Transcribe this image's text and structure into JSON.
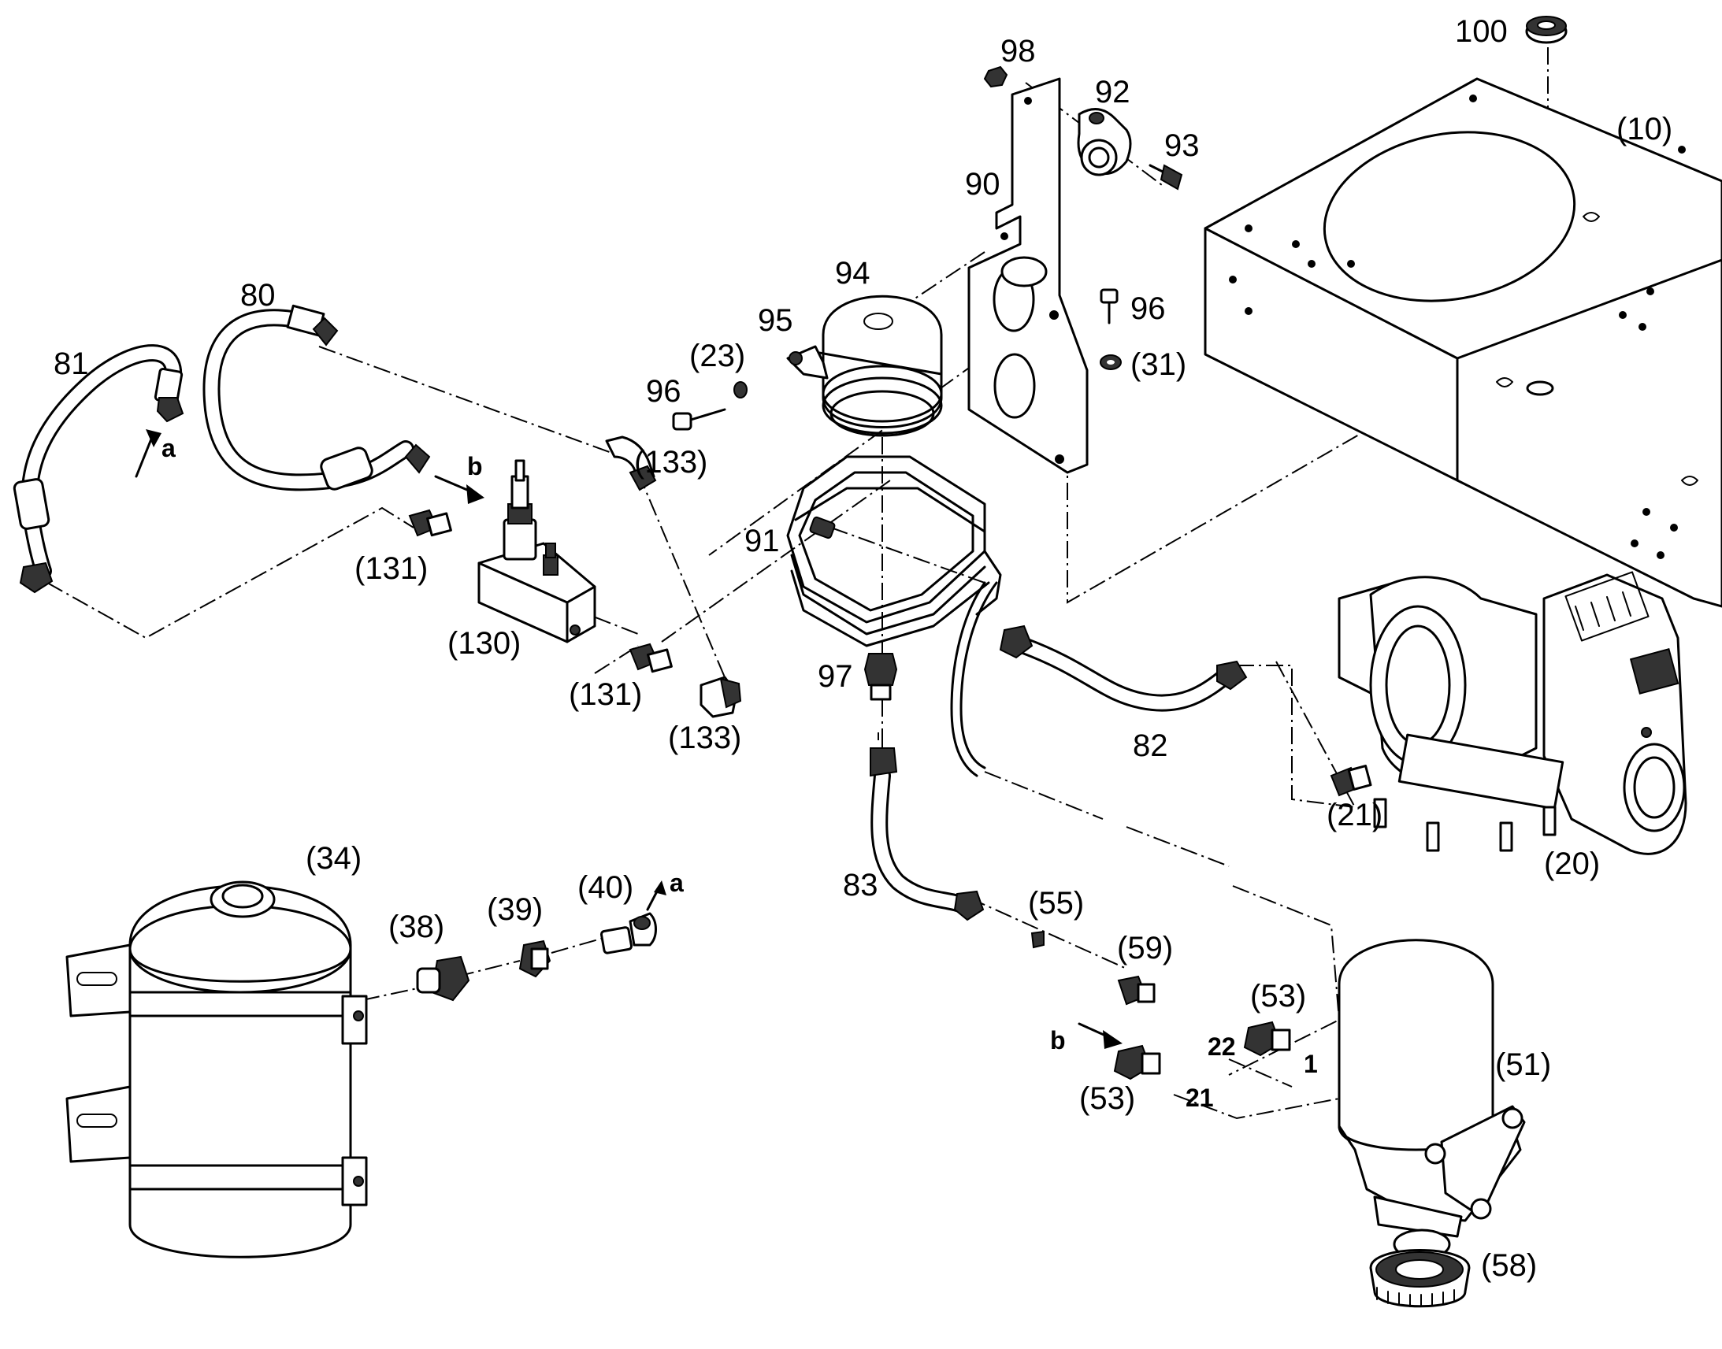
{
  "callouts": [
    {
      "id": "label-100",
      "text": "100"
    },
    {
      "id": "label-10",
      "text": "(10)"
    },
    {
      "id": "label-98",
      "text": "98"
    },
    {
      "id": "label-92",
      "text": "92"
    },
    {
      "id": "label-93",
      "text": "93"
    },
    {
      "id": "label-90",
      "text": "90"
    },
    {
      "id": "label-94",
      "text": "94"
    },
    {
      "id": "label-96-top",
      "text": "96"
    },
    {
      "id": "label-31",
      "text": "(31)"
    },
    {
      "id": "label-80",
      "text": "80"
    },
    {
      "id": "label-81",
      "text": "81"
    },
    {
      "id": "label-95",
      "text": "95"
    },
    {
      "id": "label-23",
      "text": "(23)"
    },
    {
      "id": "label-96-left",
      "text": "96"
    },
    {
      "id": "label-133-top",
      "text": "(133)"
    },
    {
      "id": "label-a-top",
      "text": "a"
    },
    {
      "id": "label-b-top",
      "text": "b"
    },
    {
      "id": "label-91",
      "text": "91"
    },
    {
      "id": "label-131-top",
      "text": "(131)"
    },
    {
      "id": "label-130",
      "text": "(130)"
    },
    {
      "id": "label-131-bottom",
      "text": "(131)"
    },
    {
      "id": "label-133-bottom",
      "text": "(133)"
    },
    {
      "id": "label-97",
      "text": "97"
    },
    {
      "id": "label-82",
      "text": "82"
    },
    {
      "id": "label-21",
      "text": "(21)"
    },
    {
      "id": "label-20",
      "text": "(20)"
    },
    {
      "id": "label-34",
      "text": "(34)"
    },
    {
      "id": "label-38",
      "text": "(38)"
    },
    {
      "id": "label-39",
      "text": "(39)"
    },
    {
      "id": "label-40",
      "text": "(40)"
    },
    {
      "id": "label-a-bottom",
      "text": "a"
    },
    {
      "id": "label-83",
      "text": "83"
    },
    {
      "id": "label-55",
      "text": "(55)"
    },
    {
      "id": "label-59",
      "text": "(59)"
    },
    {
      "id": "label-53-top",
      "text": "(53)"
    },
    {
      "id": "label-b-bottom",
      "text": "b"
    },
    {
      "id": "label-22",
      "text": "22"
    },
    {
      "id": "label-1",
      "text": "1"
    },
    {
      "id": "label-53-bottom",
      "text": "(53)"
    },
    {
      "id": "label-21-port",
      "text": "21"
    },
    {
      "id": "label-51",
      "text": "(51)"
    },
    {
      "id": "label-58",
      "text": "(58)"
    }
  ]
}
